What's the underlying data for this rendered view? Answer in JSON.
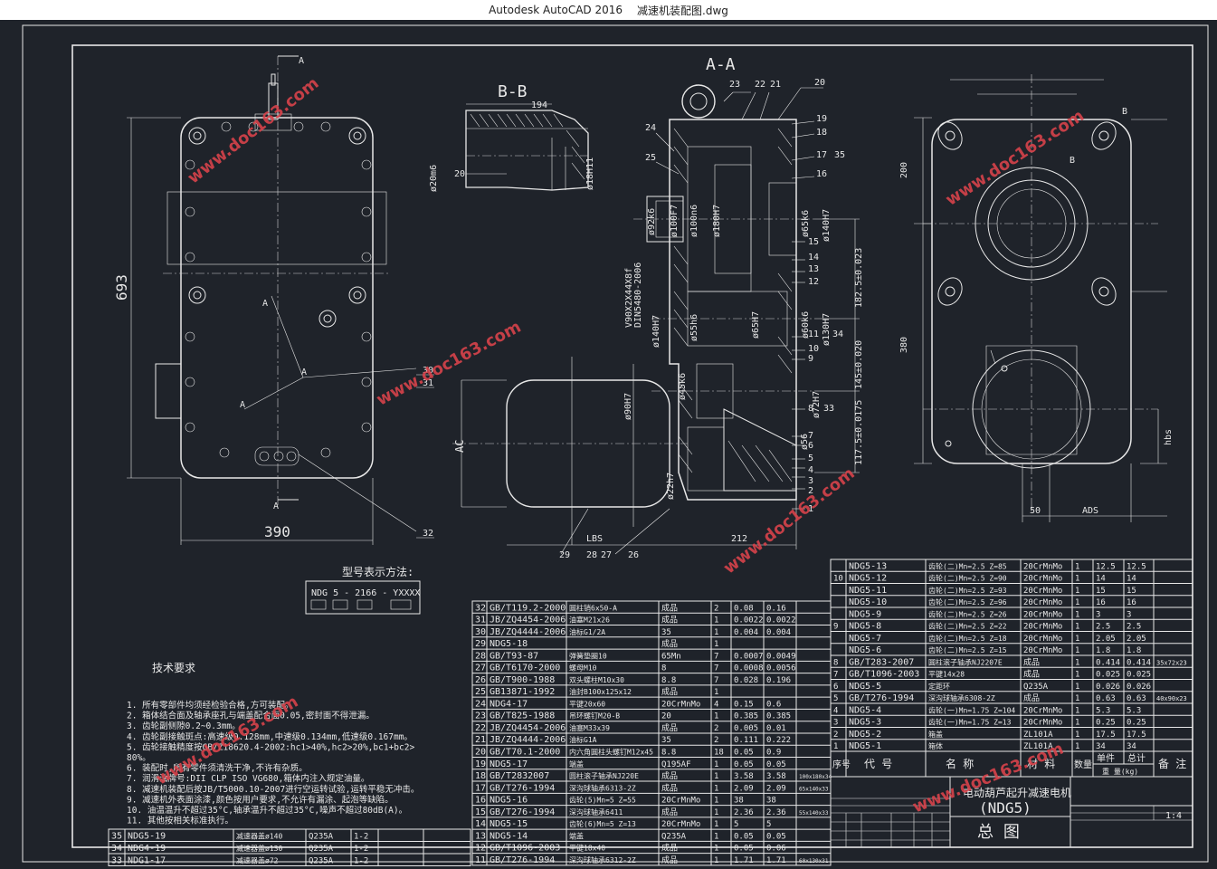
{
  "window": {
    "app_title": "Autodesk AutoCAD 2016",
    "file_name": "减速机装配图.dwg"
  },
  "views": {
    "section_bb": "B-B",
    "section_aa": "A-A",
    "mark_a": "A",
    "mark_b": "B",
    "mark_ac": "AC"
  },
  "dimensions": {
    "front_height": "693",
    "front_width": "390",
    "bb_width": "194",
    "bb_d1": "ø20m6",
    "bb_d2": "ø18H11",
    "bb_20": "20",
    "aa_d1": "ø92k6",
    "aa_d2": "ø100F7",
    "aa_d3": "ø100n6",
    "aa_d4": "ø180H7",
    "aa_d5": "ø65k6",
    "aa_d6": "ø140H7",
    "aa_spline": "V90X2X44X8f",
    "aa_din": "DIN5480-2006",
    "aa_d7": "ø140H7",
    "aa_d8": "ø55h6",
    "aa_d9": "ø65H7",
    "aa_d10": "ø60k6",
    "aa_d11": "ø130H7",
    "aa_d12": "ø90H7",
    "aa_d13": "ø45k6",
    "aa_d14": "ø72H7",
    "aa_d15": "ø56",
    "aa_d16": "ø22h7",
    "aa_v1": "182.5±0.023",
    "aa_v2": "145±0.020",
    "aa_v3": "117.5±0.0175",
    "aa_lbs": "LBS",
    "aa_212": "212",
    "right_200": "200",
    "right_380": "380",
    "right_50": "50",
    "right_ads": "ADS",
    "right_hbs": "hbs"
  },
  "balloons": {
    "b23": "23",
    "b22": "22",
    "b21": "21",
    "b20": "20",
    "b19": "19",
    "b18": "18",
    "b17": "17",
    "b35": "35",
    "b16": "16",
    "b24": "24",
    "b25": "25",
    "b15": "15",
    "b14": "14",
    "b13": "13",
    "b12": "12",
    "b11": "11",
    "b34": "34",
    "b10": "10",
    "b9": "9",
    "b8": "8",
    "b33": "33",
    "b7": "7",
    "b6": "6",
    "b5": "5",
    "b4": "4",
    "b3": "3",
    "b2": "2",
    "b1": "1",
    "b30": "30",
    "b31": "31",
    "b32": "32",
    "b29": "29",
    "b28": "28",
    "b27": "27",
    "b26": "26"
  },
  "model_code": {
    "title": "型号表示方法:",
    "code": "NDG  5  -  2166  -  YXXXX"
  },
  "tech_req": {
    "title": "技术要求",
    "lines": [
      "1. 所有零部件均须经检验合格,方可装配。",
      "2. 箱体结合面及轴承座孔与端盖配合面0.05,密封面不得泄漏。",
      "3. 齿轮副侧隙0.2~0.3mm。",
      "4. 齿轮副接触斑点:高速级0.128mm,中速级0.134mm,低速级0.167mm。",
      "5. 齿轮接触精度按GB/Z18620.4-2002:hc1>40%,hc2>20%,bc1+bc2>",
      "   80%。",
      "6. 装配时,所有零件须清洗干净,不许有杂质。",
      "7. 润滑油牌号:DII CLP ISO VG680,箱体内注入规定油量。",
      "8. 减速机装配后按JB/T5000.10-2007进行空运转试验,运转平稳无冲击。",
      "9. 减速机外表面涂漆,颜色按用户要求,不允许有漏涂、起泡等缺陷。",
      "10. 油温温升不超过35°C,轴承温升不超过35°C,噪声不超过80dB(A)。",
      "11. 其他按相关标准执行。"
    ]
  },
  "bom_bottom_left": [
    {
      "no": "35",
      "code": "NDG5-19",
      "name": "减速器盖ø140",
      "mat": "Q235A",
      "qty": "1-2"
    },
    {
      "no": "34",
      "code": "NDG4-19",
      "name": "减速器盖ø130",
      "mat": "Q235A",
      "qty": "1-2"
    },
    {
      "no": "33",
      "code": "NDG1-17",
      "name": "减速器盖ø72",
      "mat": "Q235A",
      "qty": "1-2"
    }
  ],
  "bom_middle": [
    {
      "no": "32",
      "code": "GB/T119.2-2000",
      "name": "圆柱销6x50-A",
      "mat": "成品",
      "qty": "2",
      "unit": "0.08",
      "total": "0.16",
      "note": ""
    },
    {
      "no": "31",
      "code": "JB/ZQ4454-2006",
      "name": "油塞M21x26",
      "mat": "成品",
      "qty": "1",
      "unit": "0.0022",
      "total": "0.0022",
      "note": ""
    },
    {
      "no": "30",
      "code": "JB/ZQ4444-2006",
      "name": "油标G1/2A",
      "mat": "35",
      "qty": "1",
      "unit": "0.004",
      "total": "0.004",
      "note": ""
    },
    {
      "no": "29",
      "code": "NDG5-18",
      "name": "",
      "mat": "成品",
      "qty": "1",
      "unit": "",
      "total": "",
      "note": ""
    },
    {
      "no": "28",
      "code": "GB/T93-87",
      "name": "弹簧垫圈10",
      "mat": "65Mn",
      "qty": "7",
      "unit": "0.0007",
      "total": "0.0049",
      "note": ""
    },
    {
      "no": "27",
      "code": "GB/T6170-2000",
      "name": "螺母M10",
      "mat": "8",
      "qty": "7",
      "unit": "0.0008",
      "total": "0.0056",
      "note": ""
    },
    {
      "no": "26",
      "code": "GB/T900-1988",
      "name": "双头螺柱M10x30",
      "mat": "8.8",
      "qty": "7",
      "unit": "0.028",
      "total": "0.196",
      "note": ""
    },
    {
      "no": "25",
      "code": "GB13871-1992",
      "name": "油封B100x125x12",
      "mat": "成品",
      "qty": "1",
      "unit": "",
      "total": "",
      "note": ""
    },
    {
      "no": "24",
      "code": "NDG4-17",
      "name": "平键20x60",
      "mat": "20CrMnMo",
      "qty": "4",
      "unit": "0.15",
      "total": "0.6",
      "note": ""
    },
    {
      "no": "23",
      "code": "GB/T825-1988",
      "name": "吊环螺钉M20-B",
      "mat": "20",
      "qty": "1",
      "unit": "0.385",
      "total": "0.385",
      "note": ""
    },
    {
      "no": "22",
      "code": "JB/ZQ4454-2006",
      "name": "油塞M33x39",
      "mat": "成品",
      "qty": "2",
      "unit": "0.005",
      "total": "0.01",
      "note": ""
    },
    {
      "no": "21",
      "code": "JB/ZQ4444-2006",
      "name": "油标G1A",
      "mat": "35",
      "qty": "2",
      "unit": "0.111",
      "total": "0.222",
      "note": ""
    },
    {
      "no": "20",
      "code": "GB/T70.1-2000",
      "name": "内六角圆柱头螺钉M12x45",
      "mat": "8.8",
      "qty": "18",
      "unit": "0.05",
      "total": "0.9",
      "note": ""
    },
    {
      "no": "19",
      "code": "NDG5-17",
      "name": "端盖",
      "mat": "Q195AF",
      "qty": "1",
      "unit": "0.05",
      "total": "0.05",
      "note": ""
    },
    {
      "no": "18",
      "code": "GB/T2832007",
      "name": "圆柱滚子轴承NJ220E",
      "mat": "成品",
      "qty": "1",
      "unit": "3.58",
      "total": "3.58",
      "note": "100x180x34"
    },
    {
      "no": "17",
      "code": "GB/T276-1994",
      "name": "深沟球轴承6313-2Z",
      "mat": "成品",
      "qty": "1",
      "unit": "2.09",
      "total": "2.09",
      "note": "65x140x33"
    },
    {
      "no": "16",
      "code": "NDG5-16",
      "name": "齿轮(5)Mn=5 Z=55",
      "mat": "20CrMnMo",
      "qty": "1",
      "unit": "38",
      "total": "38",
      "note": ""
    },
    {
      "no": "15",
      "code": "GB/T276-1994",
      "name": "深沟球轴承6411",
      "mat": "成品",
      "qty": "1",
      "unit": "2.36",
      "total": "2.36",
      "note": "55x140x33"
    },
    {
      "no": "14",
      "code": "NDG5-15",
      "name": "齿轮(6)Mn=5 Z=13",
      "mat": "20CrMnMo",
      "qty": "1",
      "unit": "5",
      "total": "5",
      "note": ""
    },
    {
      "no": "13",
      "code": "NDG5-14",
      "name": "端盖",
      "mat": "Q235A",
      "qty": "1",
      "unit": "0.05",
      "total": "0.05",
      "note": ""
    },
    {
      "no": "12",
      "code": "GB/T1096-2003",
      "name": "平键18x40",
      "mat": "成品",
      "qty": "1",
      "unit": "0.05",
      "total": "0.06",
      "note": ""
    },
    {
      "no": "11",
      "code": "GB/T276-1994",
      "name": "深沟球轴承6312-2Z",
      "mat": "成品",
      "qty": "1",
      "unit": "1.71",
      "total": "1.71",
      "note": "60x130x31"
    }
  ],
  "bom_right": [
    {
      "no": "",
      "code": "NDG5-13",
      "name": "齿轮(二)Mn=2.5 Z=85",
      "mat": "20CrMnMo",
      "qty": "1",
      "unit": "12.5",
      "total": "12.5",
      "note": ""
    },
    {
      "no": "10",
      "code": "NDG5-12",
      "name": "齿轮(二)Mn=2.5 Z=90",
      "mat": "20CrMnMo",
      "qty": "1",
      "unit": "14",
      "total": "14",
      "note": ""
    },
    {
      "no": "",
      "code": "NDG5-11",
      "name": "齿轮(二)Mn=2.5 Z=93",
      "mat": "20CrMnMo",
      "qty": "1",
      "unit": "15",
      "total": "15",
      "note": ""
    },
    {
      "no": "",
      "code": "NDG5-10",
      "name": "齿轮(二)Mn=2.5 Z=96",
      "mat": "20CrMnMo",
      "qty": "1",
      "unit": "16",
      "total": "16",
      "note": ""
    },
    {
      "no": "",
      "code": "NDG5-9",
      "name": "齿轮(二)Mn=2.5 Z=26",
      "mat": "20CrMnMo",
      "qty": "1",
      "unit": "3",
      "total": "3",
      "note": ""
    },
    {
      "no": "9",
      "code": "NDG5-8",
      "name": "齿轮(二)Mn=2.5 Z=22",
      "mat": "20CrMnMo",
      "qty": "1",
      "unit": "2.5",
      "total": "2.5",
      "note": ""
    },
    {
      "no": "",
      "code": "NDG5-7",
      "name": "齿轮(二)Mn=2.5 Z=18",
      "mat": "20CrMnMo",
      "qty": "1",
      "unit": "2.05",
      "total": "2.05",
      "note": ""
    },
    {
      "no": "",
      "code": "NDG5-6",
      "name": "齿轮(二)Mn=2.5 Z=15",
      "mat": "20CrMnMo",
      "qty": "1",
      "unit": "1.8",
      "total": "1.8",
      "note": ""
    },
    {
      "no": "8",
      "code": "GB/T283-2007",
      "name": "圆柱滚子轴承NJ2207E",
      "mat": "成品",
      "qty": "1",
      "unit": "0.414",
      "total": "0.414",
      "note": "35x72x23"
    },
    {
      "no": "7",
      "code": "GB/T1096-2003",
      "name": "平键14x28",
      "mat": "成品",
      "qty": "1",
      "unit": "0.025",
      "total": "0.025",
      "note": ""
    },
    {
      "no": "6",
      "code": "NDG5-5",
      "name": "定距环",
      "mat": "Q235A",
      "qty": "1",
      "unit": "0.026",
      "total": "0.026",
      "note": ""
    },
    {
      "no": "5",
      "code": "GB/T276-1994",
      "name": "深沟球轴承6308-2Z",
      "mat": "成品",
      "qty": "1",
      "unit": "0.63",
      "total": "0.63",
      "note": "40x90x23"
    },
    {
      "no": "4",
      "code": "NDG5-4",
      "name": "齿轮(一)Mn=1.75 Z=104",
      "mat": "20CrMnMo",
      "qty": "1",
      "unit": "5.3",
      "total": "5.3",
      "note": ""
    },
    {
      "no": "3",
      "code": "NDG5-3",
      "name": "齿轮(一)Mn=1.75 Z=13",
      "mat": "20CrMnMo",
      "qty": "1",
      "unit": "0.25",
      "total": "0.25",
      "note": ""
    },
    {
      "no": "2",
      "code": "NDG5-2",
      "name": "箱盖",
      "mat": "ZL101A",
      "qty": "1",
      "unit": "17.5",
      "total": "17.5",
      "note": ""
    },
    {
      "no": "1",
      "code": "NDG5-1",
      "name": "箱体",
      "mat": "ZL101A",
      "qty": "1",
      "unit": "34",
      "total": "34",
      "note": ""
    }
  ],
  "bom_header": {
    "no": "序号",
    "code": "代  号",
    "name": "名  称",
    "mat": "材  料",
    "qty": "数量",
    "unit": "单件",
    "total": "总计",
    "note": "备  注",
    "weight": "重  量(kg)"
  },
  "title_block": {
    "product": "电动葫芦起升减速电机",
    "model": "(NDG5)",
    "drawing": "总   图",
    "scale": "1:4"
  },
  "watermarks": {
    "text": "www.doc163.com"
  }
}
